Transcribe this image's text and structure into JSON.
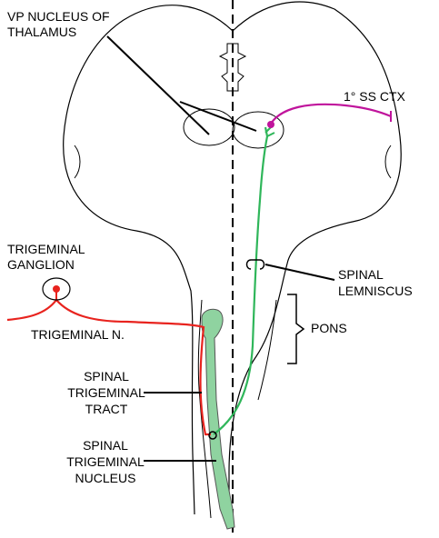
{
  "labels": {
    "vp_nucleus_line1": "VP NUCLEUS OF",
    "vp_nucleus_line2": "THALAMUS",
    "ss_ctx": "1° SS CTX",
    "trigeminal_ganglion_line1": "TRIGEMINAL",
    "trigeminal_ganglion_line2": "GANGLION",
    "spinal_lemniscus_line1": "SPINAL",
    "spinal_lemniscus_line2": "LEMNISCUS",
    "pons": "PONS",
    "trigeminal_nerve": "TRIGEMINAL N.",
    "spinal_trigeminal_tract_line1": "SPINAL",
    "spinal_trigeminal_tract_line2": "TRIGEMINAL",
    "spinal_trigeminal_tract_line3": "TRACT",
    "spinal_trigeminal_nucleus_line1": "SPINAL",
    "spinal_trigeminal_nucleus_line2": "TRIGEMINAL",
    "spinal_trigeminal_nucleus_line3": "NUCLEUS"
  },
  "colors": {
    "trigeminal_pathway": "#e8231e",
    "lemniscus_pathway": "#2fb65a",
    "cortical_projection": "#c0149c",
    "nucleus_fill": "#8fd3a0",
    "outline": "#000000"
  }
}
